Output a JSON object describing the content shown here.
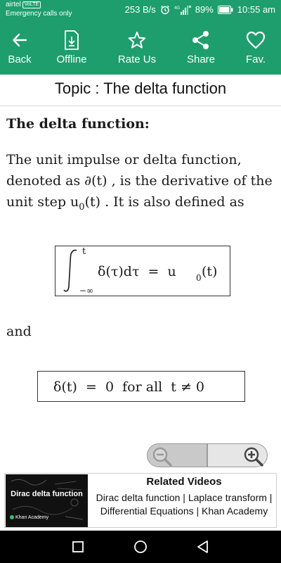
{
  "status_bar": {
    "carrier": "airtel",
    "volte_badge": "VoLTE",
    "emergency": "Emergency calls only",
    "net_speed": "253 B/s",
    "network_type": "4G",
    "battery": "89%",
    "time": "10:55 am"
  },
  "toolbar": {
    "back_label": "Back",
    "offline_label": "Offline",
    "rate_label": "Rate Us",
    "share_label": "Share",
    "fav_label": "Fav."
  },
  "topic": "Topic : The delta function",
  "content": {
    "heading": "The delta function:",
    "para_pre": "The unit impulse or delta function, denoted as ∂(t) , is the derivative of the unit step u",
    "para_sub": "0",
    "para_post": "(t) . It is also defined as",
    "eq1": {
      "upper_limit": "t",
      "lower_limit": "−∞",
      "integrand": "δ(τ)dτ  =  u",
      "rhs_sub": "0",
      "rhs_tail": "(t)"
    },
    "and_text": "and",
    "eq2": "δ(t)  =  0  for all  t ≠ 0"
  },
  "related": {
    "title": "Related Videos",
    "video_title": "Dirac delta function | Laplace transform | Differential Equations | Khan Academy",
    "thumb_title": "Dirac delta function",
    "thumb_brand": "Khan Academy"
  },
  "colors": {
    "toolbar": "#1e9e6c",
    "status_bar": "#1e9e6c",
    "nav_bar": "#000000"
  }
}
